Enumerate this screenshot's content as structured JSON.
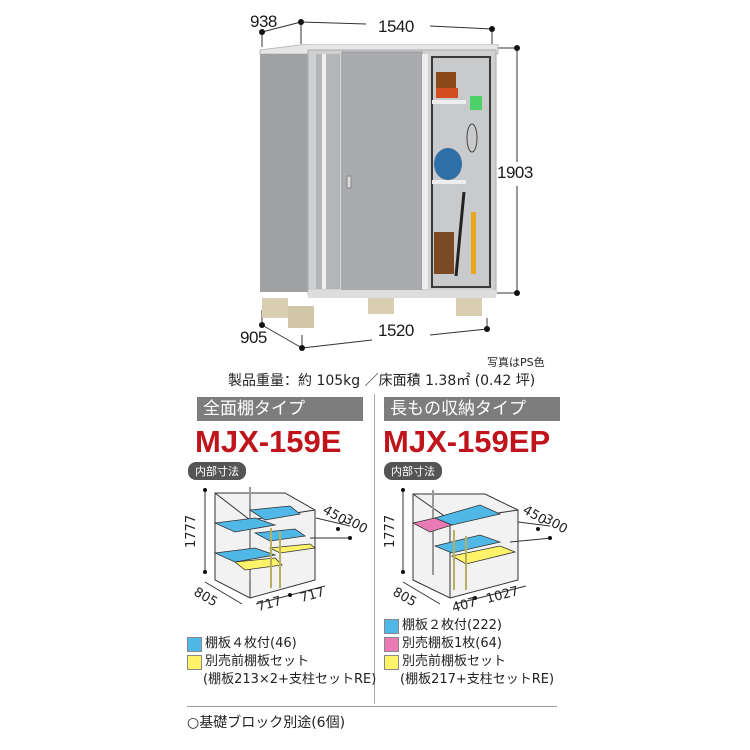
{
  "dimensions": {
    "top_depth": "938",
    "top_width": "1540",
    "height": "1903",
    "bottom_depth": "905",
    "bottom_width": "1520"
  },
  "photo_note": "写真はPS色",
  "spec_line": "製品重量：約 105kg ／床面積 1.38㎡ (0.42 坪)",
  "colors": {
    "header_bar": "#7d7d7d",
    "model_red": "#c0141c",
    "shelf_blue": "#4fb8e6",
    "shelf_yellow": "#fff36a",
    "shelf_pink": "#e97ab4"
  },
  "left": {
    "type_label": "全面棚タイプ",
    "model": "MJX-159E",
    "inner_dim_label": "内部寸法",
    "diagram": {
      "height": "1777",
      "depth": "805",
      "width_left": "717",
      "width_right": "717",
      "shelf_depth_1": "450",
      "shelf_depth_2": "300"
    },
    "legend": [
      {
        "color": "blue",
        "text": "棚板４枚付(46)"
      },
      {
        "color": "yellow",
        "text": "別売前棚板セット"
      },
      {
        "color": "none",
        "text": "(棚板213×2+支柱セットRE)"
      }
    ]
  },
  "right": {
    "type_label": "長もの収納タイプ",
    "model": "MJX-159EP",
    "inner_dim_label": "内部寸法",
    "diagram": {
      "height": "1777",
      "depth": "805",
      "width_left": "407",
      "width_right": "1027",
      "shelf_depth_1": "450",
      "shelf_depth_2": "300"
    },
    "legend": [
      {
        "color": "blue",
        "text": "棚板２枚付(222)"
      },
      {
        "color": "pink",
        "text": "別売棚板1枚(64)"
      },
      {
        "color": "yellow",
        "text": "別売前棚板セット"
      },
      {
        "color": "none",
        "text": "(棚板217+支柱セットRE)"
      }
    ]
  },
  "footer_note": "○基礎ブロック別途(6個)"
}
